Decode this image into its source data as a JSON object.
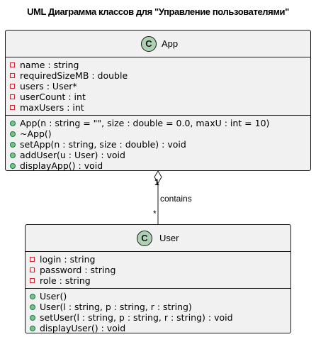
{
  "diagram": {
    "title": "UML Диаграмма классов для \"Управление пользователями\"",
    "classes": [
      {
        "name": "App",
        "stereotype_letter": "C",
        "attributes": [
          {
            "visibility": "private",
            "text": "name : string"
          },
          {
            "visibility": "private",
            "text": "requiredSizeMB : double"
          },
          {
            "visibility": "private",
            "text": "users : User*"
          },
          {
            "visibility": "private",
            "text": "userCount : int"
          },
          {
            "visibility": "private",
            "text": "maxUsers : int"
          }
        ],
        "methods": [
          {
            "visibility": "public",
            "text": "App(n : string = \"\", size : double = 0.0, maxU : int = 10)"
          },
          {
            "visibility": "public",
            "text": "~App()"
          },
          {
            "visibility": "public",
            "text": "setApp(n : string, size : double) : void"
          },
          {
            "visibility": "public",
            "text": "addUser(u : User) : void"
          },
          {
            "visibility": "public",
            "text": "displayApp() : void"
          }
        ]
      },
      {
        "name": "User",
        "stereotype_letter": "C",
        "attributes": [
          {
            "visibility": "private",
            "text": "login : string"
          },
          {
            "visibility": "private",
            "text": "password : string"
          },
          {
            "visibility": "private",
            "text": "role : string"
          }
        ],
        "methods": [
          {
            "visibility": "public",
            "text": "User()"
          },
          {
            "visibility": "public",
            "text": "User(l : string, p : string, r : string)"
          },
          {
            "visibility": "public",
            "text": "setUser(l : string, p : string, r : string) : void"
          },
          {
            "visibility": "public",
            "text": "displayUser() : void"
          }
        ]
      }
    ],
    "relation": {
      "type": "aggregation",
      "label": "contains",
      "source_multiplicity": "1",
      "target_multiplicity": "*"
    },
    "colors": {
      "class_fill": "#f1f1f1",
      "border": "#181818",
      "class_circle": "#add1b2",
      "private_marker": "#c82930",
      "public_marker": "#84be84"
    }
  }
}
